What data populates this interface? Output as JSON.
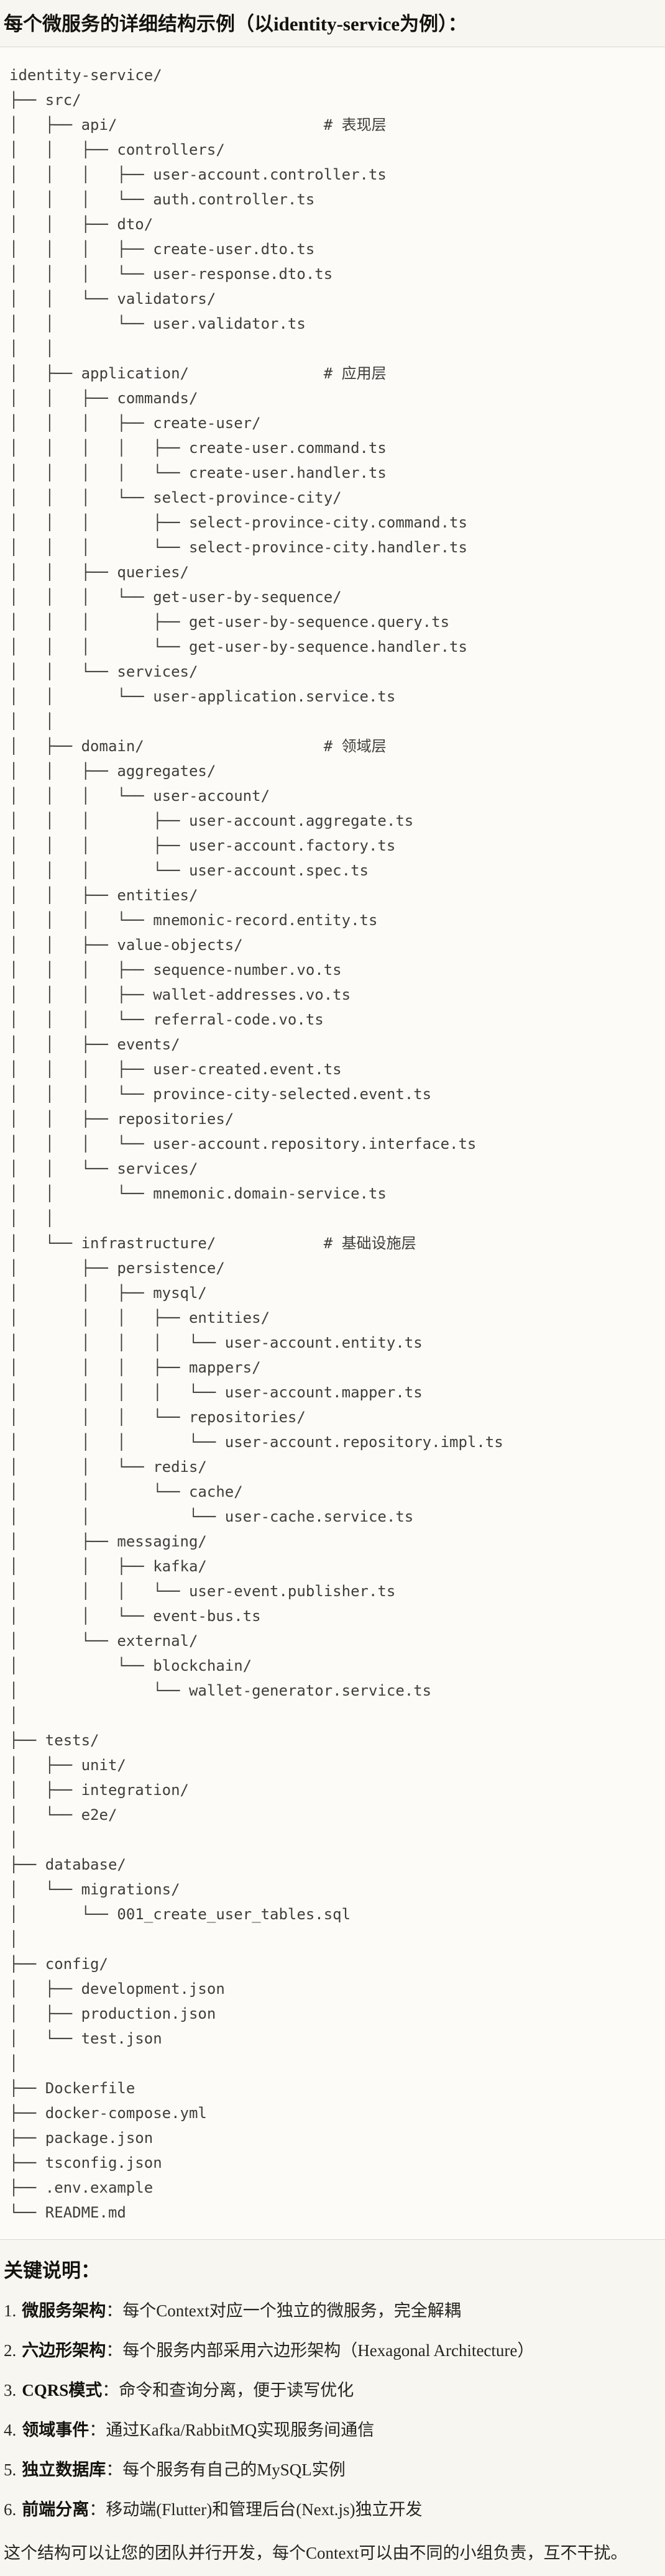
{
  "title": "每个微服务的详细结构示例（以identity-service为例）：",
  "code_tree": {
    "root": "identity-service/",
    "layer_comments": [
      "# 表现层",
      "# 应用层",
      "# 领域层",
      "# 基础设施层"
    ],
    "lines": [
      "identity-service/",
      "├── src/",
      "│   ├── api/                       # 表现层",
      "│   │   ├── controllers/",
      "│   │   │   ├── user-account.controller.ts",
      "│   │   │   └── auth.controller.ts",
      "│   │   ├── dto/",
      "│   │   │   ├── create-user.dto.ts",
      "│   │   │   └── user-response.dto.ts",
      "│   │   └── validators/",
      "│   │       └── user.validator.ts",
      "│   │",
      "│   ├── application/               # 应用层",
      "│   │   ├── commands/",
      "│   │   │   ├── create-user/",
      "│   │   │   │   ├── create-user.command.ts",
      "│   │   │   │   └── create-user.handler.ts",
      "│   │   │   └── select-province-city/",
      "│   │   │       ├── select-province-city.command.ts",
      "│   │   │       └── select-province-city.handler.ts",
      "│   │   ├── queries/",
      "│   │   │   └── get-user-by-sequence/",
      "│   │   │       ├── get-user-by-sequence.query.ts",
      "│   │   │       └── get-user-by-sequence.handler.ts",
      "│   │   └── services/",
      "│   │       └── user-application.service.ts",
      "│   │",
      "│   ├── domain/                    # 领域层",
      "│   │   ├── aggregates/",
      "│   │   │   └── user-account/",
      "│   │   │       ├── user-account.aggregate.ts",
      "│   │   │       ├── user-account.factory.ts",
      "│   │   │       └── user-account.spec.ts",
      "│   │   ├── entities/",
      "│   │   │   └── mnemonic-record.entity.ts",
      "│   │   ├── value-objects/",
      "│   │   │   ├── sequence-number.vo.ts",
      "│   │   │   ├── wallet-addresses.vo.ts",
      "│   │   │   └── referral-code.vo.ts",
      "│   │   ├── events/",
      "│   │   │   ├── user-created.event.ts",
      "│   │   │   └── province-city-selected.event.ts",
      "│   │   ├── repositories/",
      "│   │   │   └── user-account.repository.interface.ts",
      "│   │   └── services/",
      "│   │       └── mnemonic.domain-service.ts",
      "│   │",
      "│   └── infrastructure/            # 基础设施层",
      "│       ├── persistence/",
      "│       │   ├── mysql/",
      "│       │   │   ├── entities/",
      "│       │   │   │   └── user-account.entity.ts",
      "│       │   │   ├── mappers/",
      "│       │   │   │   └── user-account.mapper.ts",
      "│       │   │   └── repositories/",
      "│       │   │       └── user-account.repository.impl.ts",
      "│       │   └── redis/",
      "│       │       └── cache/",
      "│       │           └── user-cache.service.ts",
      "│       ├── messaging/",
      "│       │   ├── kafka/",
      "│       │   │   └── user-event.publisher.ts",
      "│       │   └── event-bus.ts",
      "│       └── external/",
      "│           └── blockchain/",
      "│               └── wallet-generator.service.ts",
      "│",
      "├── tests/",
      "│   ├── unit/",
      "│   ├── integration/",
      "│   └── e2e/",
      "│",
      "├── database/",
      "│   └── migrations/",
      "│       └── 001_create_user_tables.sql",
      "│",
      "├── config/",
      "│   ├── development.json",
      "│   ├── production.json",
      "│   └── test.json",
      "│",
      "├── Dockerfile",
      "├── docker-compose.yml",
      "├── package.json",
      "├── tsconfig.json",
      "├── .env.example",
      "└── README.md"
    ]
  },
  "notes": {
    "title": "关键说明：",
    "colon": "：",
    "items": [
      {
        "num": "1.",
        "label": "微服务架构",
        "text": "每个Context对应一个独立的微服务，完全解耦"
      },
      {
        "num": "2.",
        "label": "六边形架构",
        "text": "每个服务内部采用六边形架构（Hexagonal Architecture）"
      },
      {
        "num": "3.",
        "label": "CQRS模式",
        "text": "命令和查询分离，便于读写优化"
      },
      {
        "num": "4.",
        "label": "领域事件",
        "text": "通过Kafka/RabbitMQ实现服务间通信"
      },
      {
        "num": "5.",
        "label": "独立数据库",
        "text": "每个服务有自己的MySQL实例"
      },
      {
        "num": "6.",
        "label": "前端分离",
        "text": "移动端(Flutter)和管理后台(Next.js)独立开发"
      }
    ]
  },
  "footer_text": "这个结构可以让您的团队并行开发，每个Context可以由不同的小组负责，互不干扰。",
  "colors": {
    "page_bg": "#F8F6F1",
    "code_bg": "#FCFBF8",
    "border": "#DBD8D2",
    "heading_text": "#14130E",
    "tree_text": "#3F3E3A",
    "body_text": "#26251F"
  }
}
